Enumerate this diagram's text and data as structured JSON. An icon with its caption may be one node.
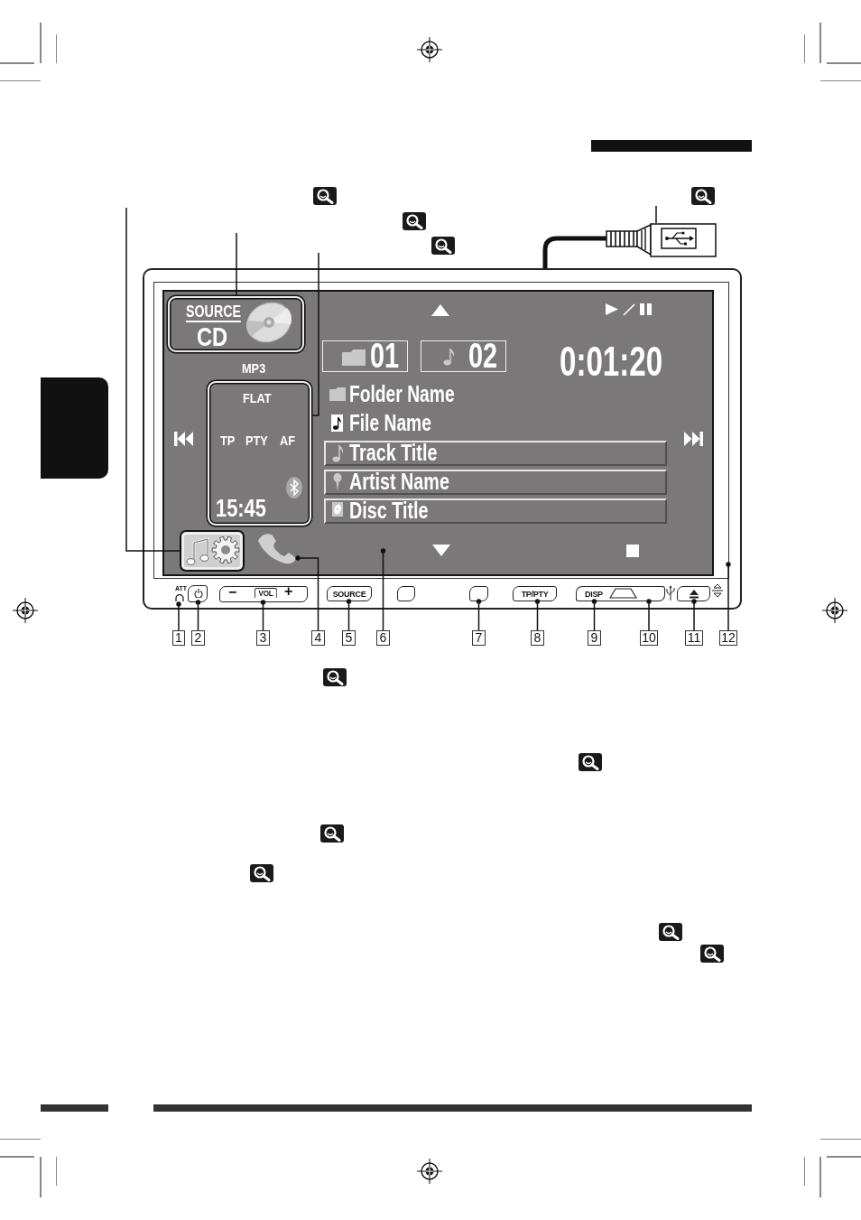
{
  "diagram": {
    "nodes": [
      {
        "text": [],
        "shape": "picture"
      },
      {
        "text": [],
        "shape": "box"
      },
      {
        "text": [],
        "shape": "box",
        "in": 1
      },
      {
        "text": [
          "SOURCE",
          "CD"
        ],
        "in": 2
      },
      {
        "text": [
          "01"
        ],
        "in": 2
      },
      {
        "text": [
          "02"
        ],
        "in": 2
      },
      {
        "text": [
          "FLAT",
          "TP",
          "PTY",
          "AF",
          "15:45"
        ],
        "in": 2
      },
      {
        "text": [
          "Track Title"
        ],
        "in": 2
      },
      {
        "text": [
          "Artist Name"
        ],
        "in": 2
      },
      {
        "text": [
          "Disc Title"
        ],
        "in": 2
      },
      {
        "text": [],
        "shape": "picture",
        "in": 2
      },
      {
        "text": [],
        "shape": "picture",
        "in": 2
      },
      {
        "text": [
          "ATT"
        ],
        "in": 1
      },
      {
        "text": [],
        "shape": "box",
        "in": 1
      },
      {
        "text": [
          "−",
          "VOL",
          "+"
        ],
        "in": 1
      },
      {
        "text": [
          "SOURCE"
        ],
        "in": 1
      },
      {
        "text": [],
        "shape": "box",
        "in": 1
      },
      {
        "text": [],
        "shape": "box",
        "in": 1
      },
      {
        "text": [
          "TP/PTY"
        ],
        "in": 1
      },
      {
        "text": [
          "DISP"
        ],
        "in": 1
      },
      {
        "text": [],
        "shape": "box",
        "in": 1
      },
      {
        "text": [],
        "shape": "box",
        "in": 1
      },
      {
        "text": [
          "1"
        ]
      },
      {
        "text": [
          "2"
        ]
      },
      {
        "text": [
          "3"
        ]
      },
      {
        "text": [
          "4"
        ]
      },
      {
        "text": [
          "5"
        ]
      },
      {
        "text": [
          "6"
        ]
      },
      {
        "text": [
          "7"
        ]
      },
      {
        "text": [
          "8"
        ]
      },
      {
        "text": [
          "9"
        ]
      },
      {
        "text": [
          "10"
        ]
      },
      {
        "text": [
          "11"
        ]
      },
      {
        "text": [
          "12"
        ]
      },
      {
        "text": [],
        "shape": "box"
      }
    ],
    "edges": [
      {
        "from": null,
        "to": 10,
        "arrow": "none"
      },
      {
        "from": null,
        "to": 3,
        "arrow": "none"
      },
      {
        "from": null,
        "to": 6,
        "arrow": "none"
      },
      {
        "from": null,
        "to": 0,
        "arrow": "none"
      },
      {
        "from": 22,
        "to": 12,
        "arrow": "other"
      },
      {
        "from": 23,
        "to": 13,
        "arrow": "other"
      },
      {
        "from": 24,
        "to": 14,
        "arrow": "other"
      },
      {
        "from": 25,
        "to": 11,
        "arrow": "other"
      },
      {
        "from": 26,
        "to": 15,
        "arrow": "other"
      },
      {
        "from": 27,
        "to": 2,
        "arrow": "other"
      },
      {
        "from": 28,
        "to": 17,
        "arrow": "other"
      },
      {
        "from": 29,
        "to": 18,
        "arrow": "other"
      },
      {
        "from": 30,
        "to": 19,
        "arrow": "other"
      },
      {
        "from": 31,
        "to": 20,
        "arrow": "other"
      },
      {
        "from": 32,
        "to": 21,
        "arrow": "other"
      },
      {
        "from": 33,
        "to": 1,
        "arrow": "other"
      }
    ],
    "labels": [
      "0:01:20",
      "MP3",
      "Folder Name",
      "File Name"
    ]
  }
}
